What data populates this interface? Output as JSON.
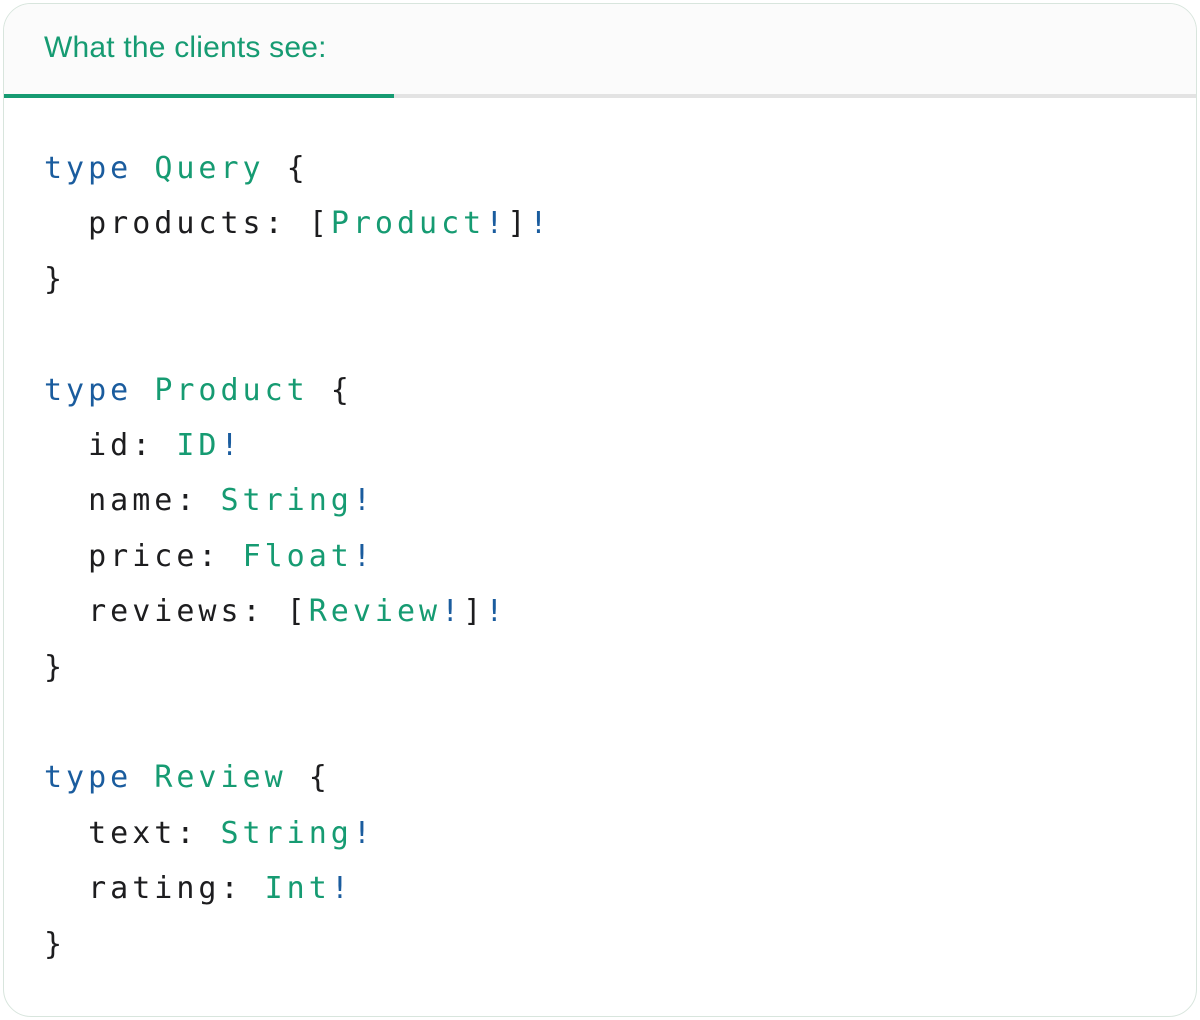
{
  "tab": {
    "label": "What the clients see:"
  },
  "colors": {
    "accent_green": "#169b72",
    "keyword_blue": "#1a5c9e",
    "text_dark": "#1d1d1f",
    "divider_gray": "#e3e3e3",
    "header_bg": "#fbfbfb",
    "card_border": "#d8e5dd"
  },
  "code": {
    "language": "graphql",
    "lines": [
      {
        "tokens": [
          {
            "t": "type",
            "c": "kw"
          },
          {
            "t": " ",
            "c": "pl"
          },
          {
            "t": "Query",
            "c": "ty"
          },
          {
            "t": " {",
            "c": "pl"
          }
        ]
      },
      {
        "tokens": [
          {
            "t": "  products: [",
            "c": "pl"
          },
          {
            "t": "Product",
            "c": "ty"
          },
          {
            "t": "!",
            "c": "bang"
          },
          {
            "t": "]",
            "c": "pl"
          },
          {
            "t": "!",
            "c": "bang"
          }
        ]
      },
      {
        "tokens": [
          {
            "t": "}",
            "c": "pl"
          }
        ]
      },
      {
        "tokens": []
      },
      {
        "tokens": [
          {
            "t": "type",
            "c": "kw"
          },
          {
            "t": " ",
            "c": "pl"
          },
          {
            "t": "Product",
            "c": "ty"
          },
          {
            "t": " {",
            "c": "pl"
          }
        ]
      },
      {
        "tokens": [
          {
            "t": "  id: ",
            "c": "pl"
          },
          {
            "t": "ID",
            "c": "ty"
          },
          {
            "t": "!",
            "c": "bang"
          }
        ]
      },
      {
        "tokens": [
          {
            "t": "  name: ",
            "c": "pl"
          },
          {
            "t": "String",
            "c": "ty"
          },
          {
            "t": "!",
            "c": "bang"
          }
        ]
      },
      {
        "tokens": [
          {
            "t": "  price: ",
            "c": "pl"
          },
          {
            "t": "Float",
            "c": "ty"
          },
          {
            "t": "!",
            "c": "bang"
          }
        ]
      },
      {
        "tokens": [
          {
            "t": "  reviews: [",
            "c": "pl"
          },
          {
            "t": "Review",
            "c": "ty"
          },
          {
            "t": "!",
            "c": "bang"
          },
          {
            "t": "]",
            "c": "pl"
          },
          {
            "t": "!",
            "c": "bang"
          }
        ]
      },
      {
        "tokens": [
          {
            "t": "}",
            "c": "pl"
          }
        ]
      },
      {
        "tokens": []
      },
      {
        "tokens": [
          {
            "t": "type",
            "c": "kw"
          },
          {
            "t": " ",
            "c": "pl"
          },
          {
            "t": "Review",
            "c": "ty"
          },
          {
            "t": " {",
            "c": "pl"
          }
        ]
      },
      {
        "tokens": [
          {
            "t": "  text: ",
            "c": "pl"
          },
          {
            "t": "String",
            "c": "ty"
          },
          {
            "t": "!",
            "c": "bang"
          }
        ]
      },
      {
        "tokens": [
          {
            "t": "  rating: ",
            "c": "pl"
          },
          {
            "t": "Int",
            "c": "ty"
          },
          {
            "t": "!",
            "c": "bang"
          }
        ]
      },
      {
        "tokens": [
          {
            "t": "}",
            "c": "pl"
          }
        ]
      }
    ]
  }
}
